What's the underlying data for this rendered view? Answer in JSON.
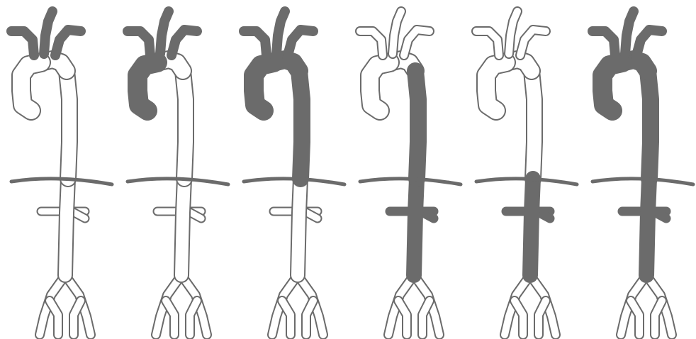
{
  "colors": {
    "fill_dark": "#6b6b6b",
    "fill_light": "#ffffff",
    "outline": "#6b6b6b"
  },
  "panels": [
    {
      "id": "panel-1",
      "shaded_segments": [
        "arch-branches"
      ]
    },
    {
      "id": "panel-2",
      "shaded_segments": [
        "arch-branches",
        "ascending-aorta"
      ]
    },
    {
      "id": "panel-3",
      "shaded_segments": [
        "arch-branches",
        "ascending-aorta",
        "aortic-arch",
        "descending-thoracic-aorta"
      ]
    },
    {
      "id": "panel-4",
      "shaded_segments": [
        "descending-thoracic-aorta",
        "diaphragm",
        "abdominal-aorta",
        "renal-branches"
      ]
    },
    {
      "id": "panel-5",
      "shaded_segments": [
        "diaphragm",
        "abdominal-aorta",
        "renal-branches"
      ]
    },
    {
      "id": "panel-6",
      "shaded_segments": [
        "arch-branches",
        "ascending-aorta",
        "aortic-arch",
        "descending-thoracic-aorta",
        "diaphragm",
        "abdominal-aorta",
        "renal-branches"
      ]
    }
  ]
}
